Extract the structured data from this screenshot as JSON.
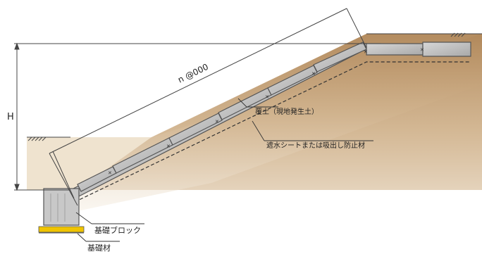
{
  "labels": {
    "dimension_span": "n @000",
    "dimension_height": "H",
    "backfill": "覆土（現地発生土）",
    "sheet": "遮水シートまたは吸出し防止材",
    "foundation_block": "基礎ブロック",
    "foundation_material": "基礎材"
  },
  "colors": {
    "soil_light": "#efe3cf",
    "soil_dark": "#b08657",
    "block_fill": "#bdbdbd",
    "block_edge": "#555555",
    "foundation_material": "#f0c400",
    "line": "#444444"
  }
}
